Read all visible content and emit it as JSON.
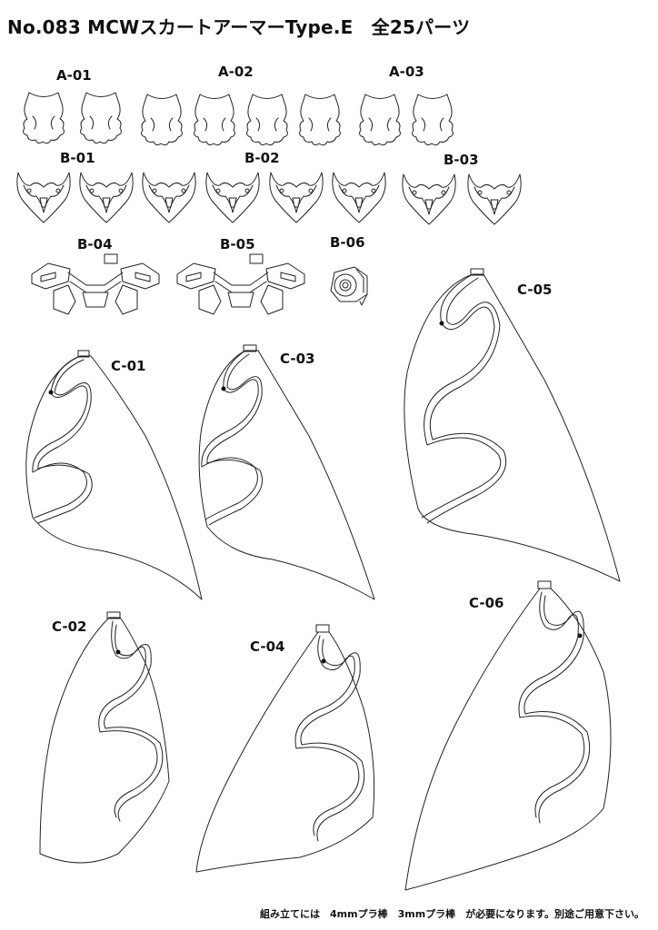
{
  "title": "No.083 MCWスカートアーマーType.E　全25パーツ",
  "footer": "組み立てには　4mmプラ棒　3mmプラ棒　が必要になります。別途ご用意下さい。",
  "labels": {
    "a01": "A-01",
    "a02": "A-02",
    "a03": "A-03",
    "b01": "B-01",
    "b02": "B-02",
    "b03": "B-03",
    "b04": "B-04",
    "b05": "B-05",
    "b06": "B-06",
    "c01": "C-01",
    "c02": "C-02",
    "c03": "C-03",
    "c04": "C-04",
    "c05": "C-05",
    "c06": "C-06"
  }
}
